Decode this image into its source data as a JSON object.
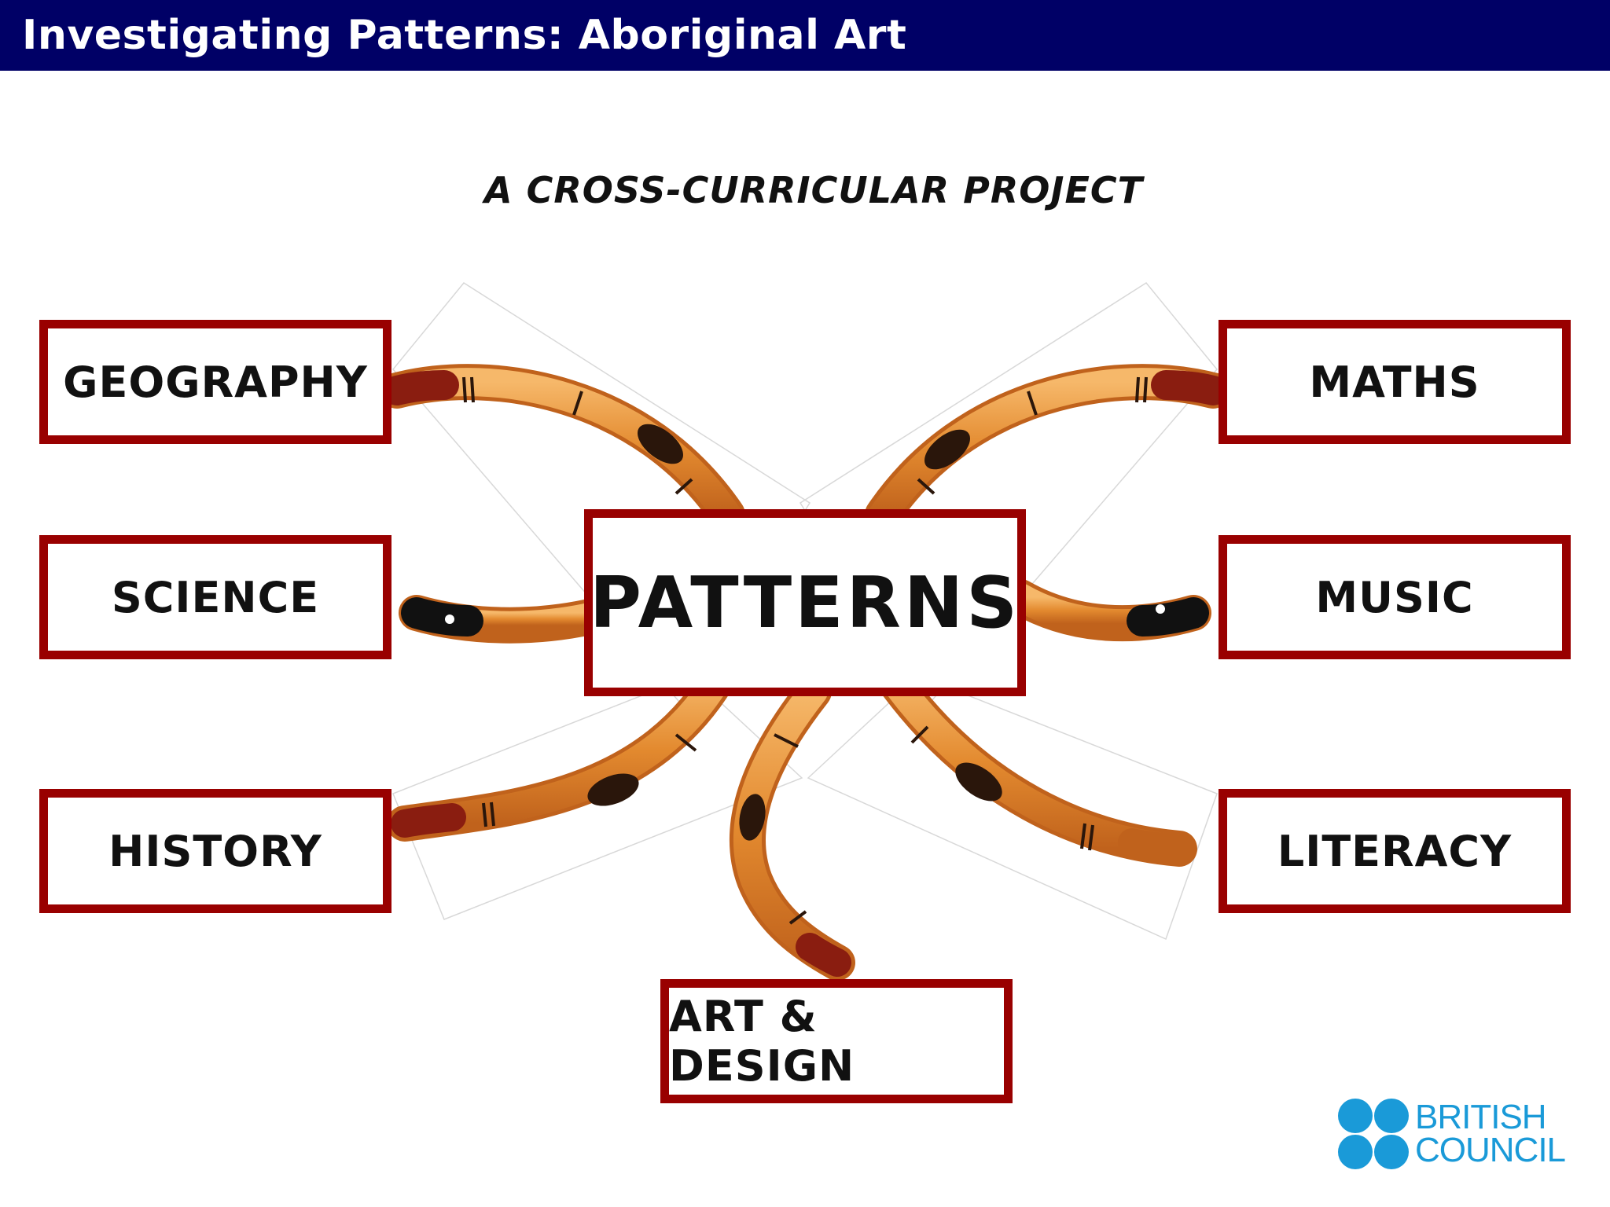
{
  "header": {
    "title": "Investigating Patterns: Aboriginal Art"
  },
  "subtitle": "A CROSS-CURRICULAR PROJECT",
  "center": {
    "label": "PATTERNS"
  },
  "subjects": {
    "geography": "GEOGRAPHY",
    "maths": "MATHS",
    "science": "SCIENCE",
    "music": "MUSIC",
    "history": "HISTORY",
    "literacy": "LITERACY",
    "art_design": "ART & DESIGN"
  },
  "logo": {
    "line1": "BRITISH",
    "line2": "COUNCIL",
    "color": "#1a9ad8"
  },
  "colors": {
    "header_bg": "#000066",
    "box_border": "#990000",
    "boomerang": "#e38a2f"
  }
}
